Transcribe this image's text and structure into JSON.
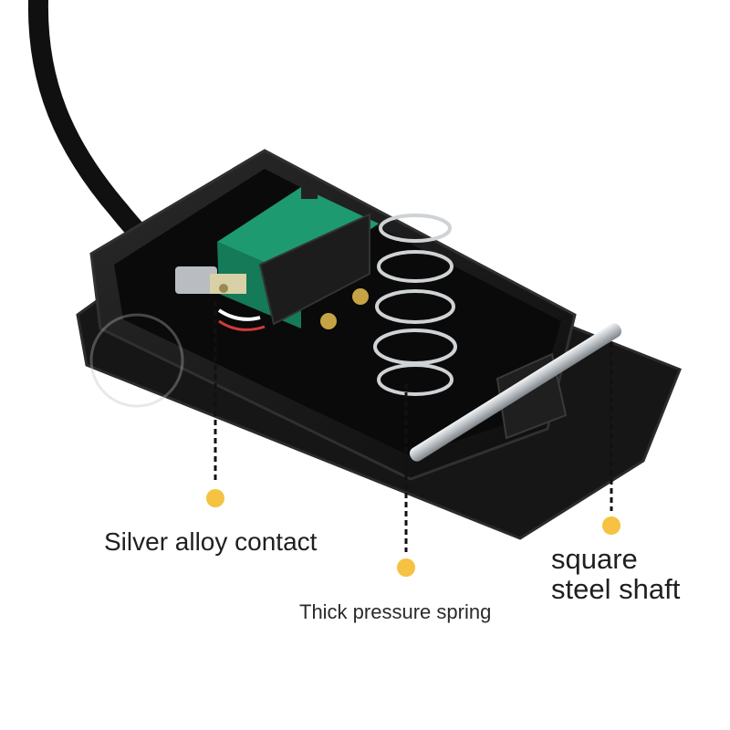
{
  "callouts": [
    {
      "id": "contact",
      "text": "Silver alloy contact"
    },
    {
      "id": "spring",
      "text": "Thick pressure spring"
    },
    {
      "id": "shaft",
      "lines": [
        "square",
        "steel shaft"
      ]
    }
  ],
  "colors": {
    "background": "#ffffff",
    "housing": "#141414",
    "microswitch": "#1e9a70",
    "spring": "#cfd3d6",
    "shaft": "#c4c8cc",
    "callout_dot": "#f5c242",
    "label_text": "#1f1f1f"
  }
}
